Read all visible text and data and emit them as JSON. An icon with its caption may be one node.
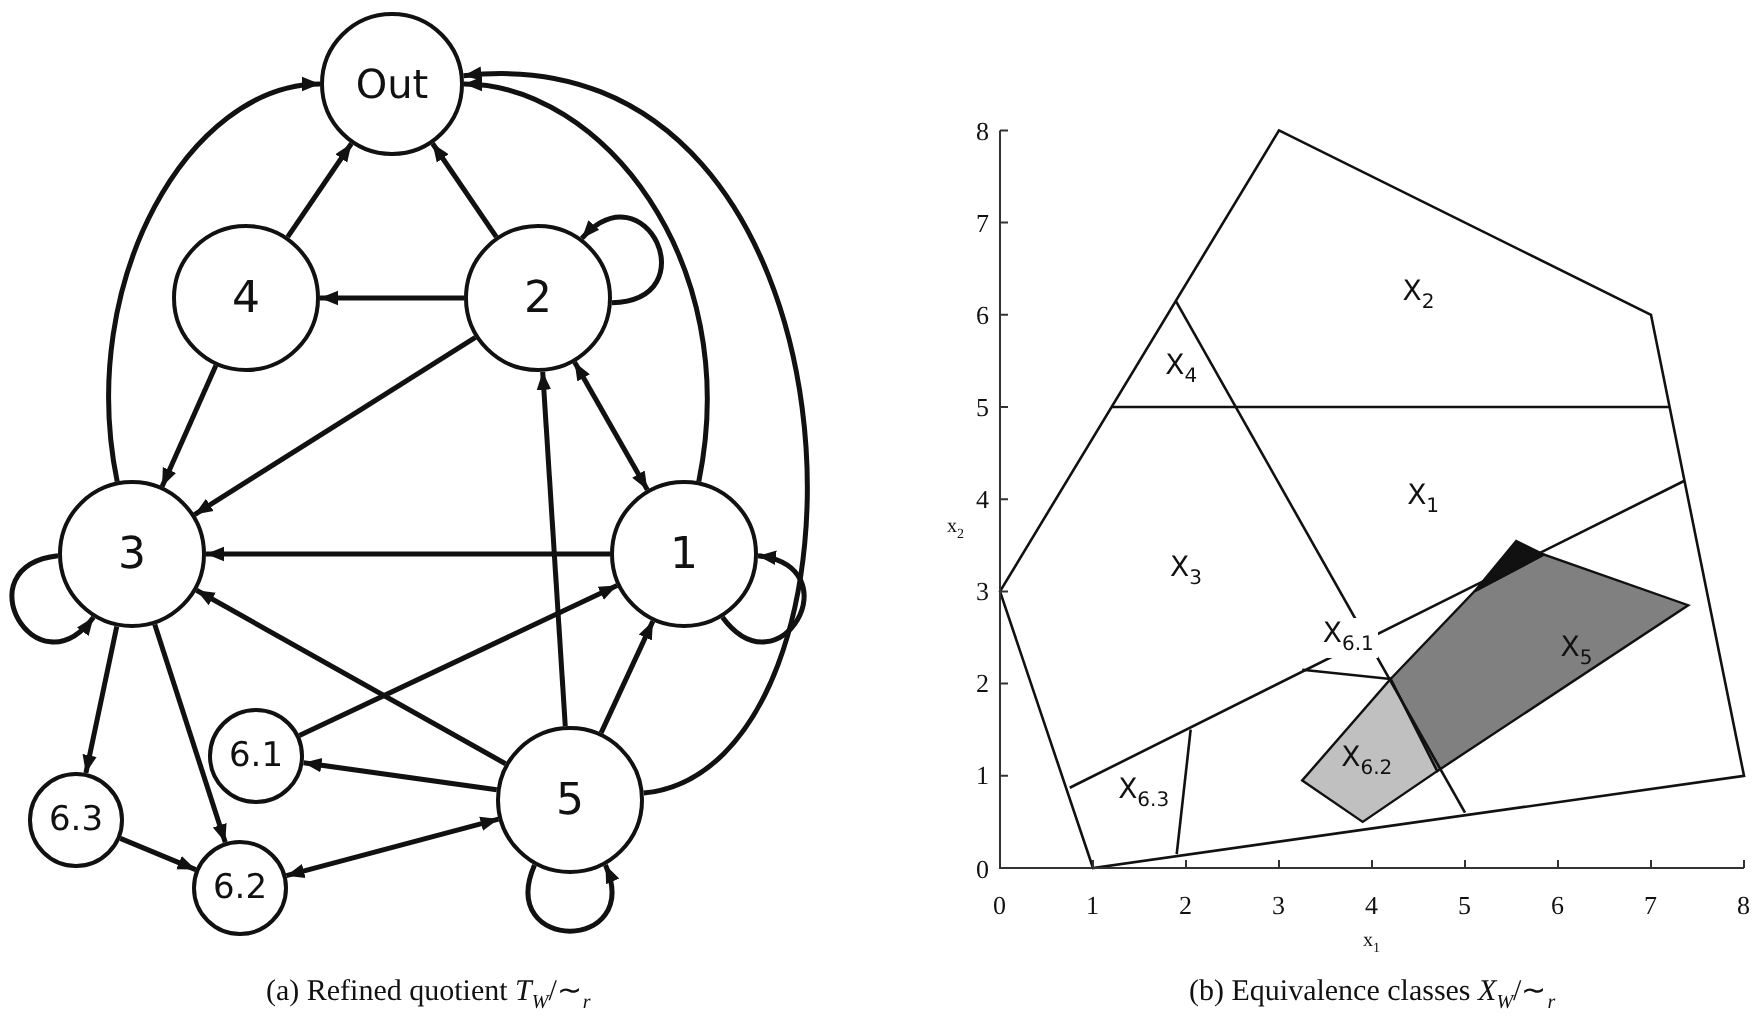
{
  "diagram": {
    "nodes": [
      {
        "text": [
          "Out"
        ]
      },
      {
        "text": [
          "4"
        ]
      },
      {
        "text": [
          "2"
        ]
      },
      {
        "text": [
          "3"
        ]
      },
      {
        "text": [
          "1"
        ]
      },
      {
        "text": [
          "6.1"
        ]
      },
      {
        "text": [
          "5"
        ]
      },
      {
        "text": [
          "6.3"
        ]
      },
      {
        "text": [
          "6.2"
        ]
      }
    ],
    "edges": [
      {
        "from": 1,
        "to": 0,
        "arrow": "to"
      },
      {
        "from": 2,
        "to": 0,
        "arrow": "to"
      },
      {
        "from": 2,
        "to": 1,
        "arrow": "to"
      },
      {
        "from": 2,
        "to": 2,
        "arrow": "to"
      },
      {
        "from": 1,
        "to": 3,
        "arrow": "to"
      },
      {
        "from": 2,
        "to": 3,
        "arrow": "to"
      },
      {
        "from": 2,
        "to": 4,
        "arrow": "both"
      },
      {
        "from": 3,
        "to": 0,
        "arrow": "to"
      },
      {
        "from": 4,
        "to": 0,
        "arrow": "to"
      },
      {
        "from": 6,
        "to": 0,
        "arrow": "to"
      },
      {
        "from": 6,
        "to": 2,
        "arrow": "to"
      },
      {
        "from": 4,
        "to": 3,
        "arrow": "to"
      },
      {
        "from": 3,
        "to": 3,
        "arrow": "to"
      },
      {
        "from": 4,
        "to": 4,
        "arrow": "to"
      },
      {
        "from": 6,
        "to": 3,
        "arrow": "to"
      },
      {
        "from": 5,
        "to": 4,
        "arrow": "to"
      },
      {
        "from": 6,
        "to": 4,
        "arrow": "to"
      },
      {
        "from": 6,
        "to": 5,
        "arrow": "to"
      },
      {
        "from": 3,
        "to": 7,
        "arrow": "to"
      },
      {
        "from": 3,
        "to": 8,
        "arrow": "to"
      },
      {
        "from": 7,
        "to": 8,
        "arrow": "to"
      },
      {
        "from": 8,
        "to": 6,
        "arrow": "both"
      },
      {
        "from": 6,
        "to": 6,
        "arrow": "to"
      }
    ],
    "labels": [
      "X$_{2}$",
      "X$_{4}$",
      "X$_{1}$",
      "X$_{3}$",
      "X$_{6.1}$",
      "X$_{5}$",
      "X$_{6.3}$",
      "X$_{6.2}$",
      "x$_{2}$",
      "8",
      "7",
      "6",
      "5",
      "4",
      "3",
      "2",
      "1",
      "0",
      "0",
      "1",
      "2",
      "3",
      "4",
      "5",
      "6",
      "7",
      "8",
      "x$_{1}$",
      "(a) Refined quotient *T*$_{W}$/∼$_{r}$",
      "(b) Equivalence classes *X*$_{W}$/∼$_{r}$"
    ]
  }
}
